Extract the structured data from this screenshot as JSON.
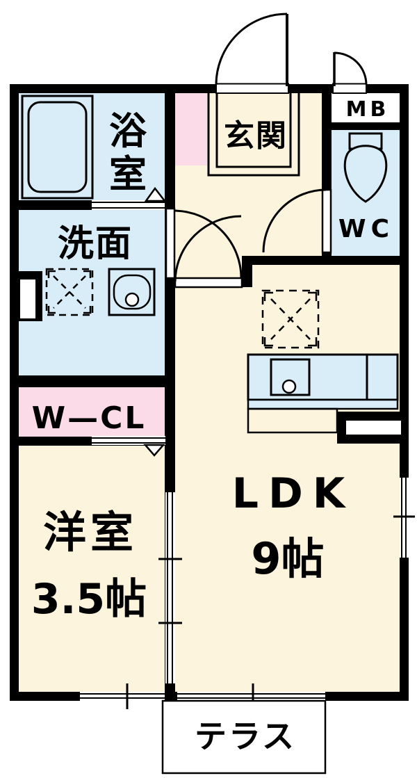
{
  "plan_title": "apartment-floor-plan",
  "colors": {
    "wall": "#000000",
    "blue": "#d9edf8",
    "cream": "#fcf4dc",
    "pink": "#fbdbe7",
    "white": "#ffffff"
  },
  "rooms": {
    "bath": {
      "label": "浴室"
    },
    "wash": {
      "label": "洗面"
    },
    "wcl": {
      "label": "W—CL"
    },
    "western": {
      "label": "洋室",
      "size": "3.5帖"
    },
    "ldk": {
      "label": "LDK",
      "size": "9帖"
    },
    "entrance": {
      "label": "玄関"
    },
    "mb": {
      "label": "MB"
    },
    "wc": {
      "label": "WC"
    },
    "terrace": {
      "label": "テラス"
    }
  }
}
